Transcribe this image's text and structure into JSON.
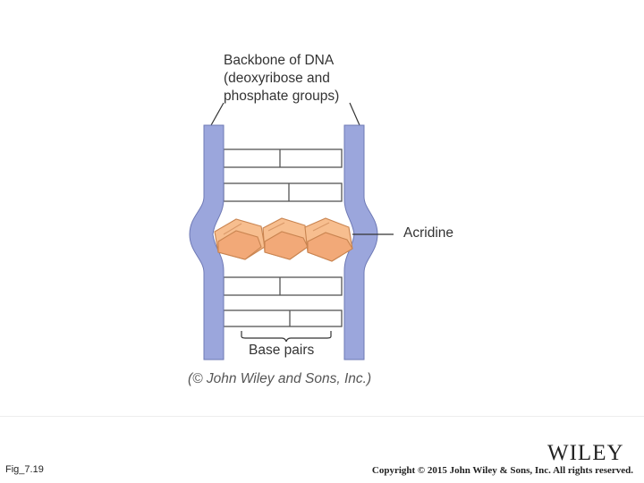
{
  "diagram": {
    "backbone_label": [
      "Backbone of DNA",
      "(deoxyribose and",
      "phosphate groups)"
    ],
    "acridine_label": "Acridine",
    "base_pairs_label": "Base pairs",
    "credit": "(© John Wiley and Sons, Inc.)",
    "colors": {
      "backbone": "#9ba6dc",
      "acridine": "#f7be8f",
      "acridine_stroke": "#c98450",
      "base_pair_stroke": "#555555"
    }
  },
  "footer": {
    "figure_label": "Fig_7.19",
    "publisher_logo": "WILEY",
    "copyright": "Copyright © 2015 John Wiley & Sons, Inc. All rights reserved."
  }
}
